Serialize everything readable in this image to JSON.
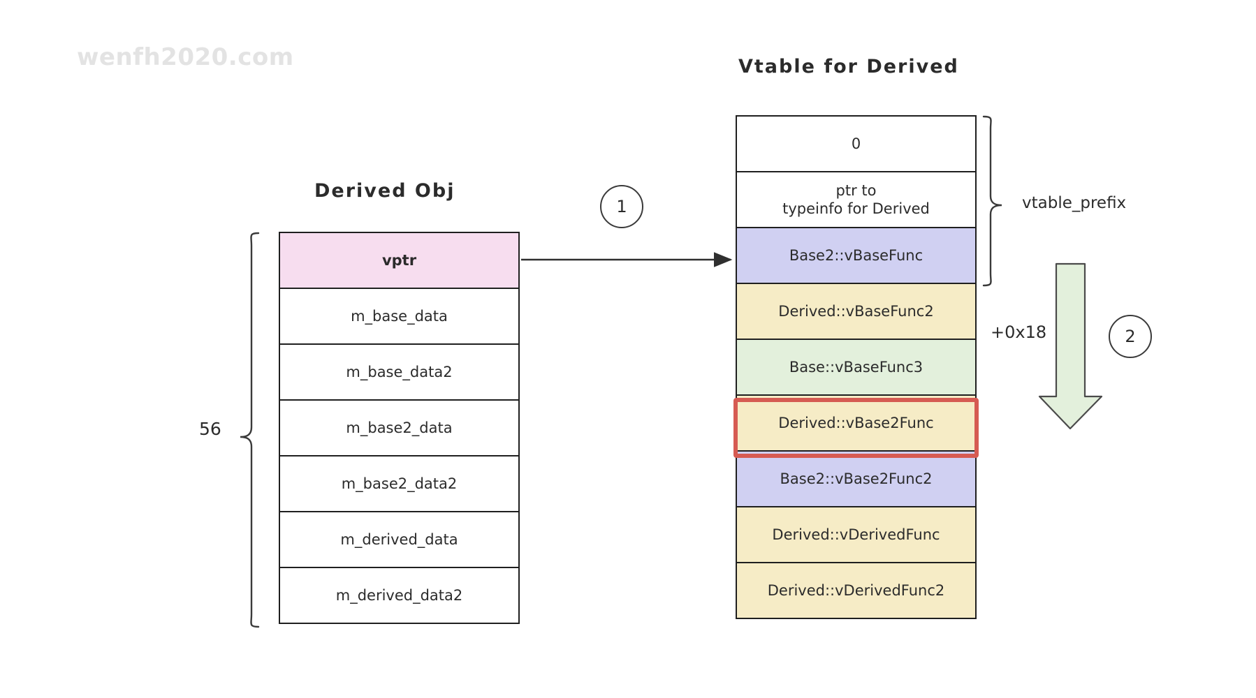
{
  "watermark": "wenfh2020.com",
  "object_panel": {
    "title": "Derived Obj",
    "size_label": "56",
    "rows": [
      {
        "label": "vptr",
        "fill": "pink",
        "bold": true
      },
      {
        "label": "m_base_data",
        "fill": "white",
        "bold": false
      },
      {
        "label": "m_base_data2",
        "fill": "white",
        "bold": false
      },
      {
        "label": "m_base2_data",
        "fill": "white",
        "bold": false
      },
      {
        "label": "m_base2_data2",
        "fill": "white",
        "bold": false
      },
      {
        "label": "m_derived_data",
        "fill": "white",
        "bold": false
      },
      {
        "label": "m_derived_data2",
        "fill": "white",
        "bold": false
      }
    ]
  },
  "vtable_panel": {
    "title": "Vtable for Derived",
    "prefix_label": "vtable_prefix",
    "offset_label": "+0x18",
    "rows": [
      {
        "label": "0",
        "fill": "white"
      },
      {
        "label": "ptr to\ntypeinfo for Derived",
        "fill": "white"
      },
      {
        "label": "Base2::vBaseFunc",
        "fill": "purple"
      },
      {
        "label": "Derived::vBaseFunc2",
        "fill": "yellow"
      },
      {
        "label": "Base::vBaseFunc3",
        "fill": "green"
      },
      {
        "label": "Derived::vBase2Func",
        "fill": "yellow"
      },
      {
        "label": "Base2::vBase2Func2",
        "fill": "purple"
      },
      {
        "label": "Derived::vDerivedFunc",
        "fill": "yellow"
      },
      {
        "label": "Derived::vDerivedFunc2",
        "fill": "yellow"
      }
    ],
    "highlighted_row_index": 5
  },
  "steps": [
    {
      "number": "1"
    },
    {
      "number": "2"
    }
  ],
  "colors": {
    "pink": "#f7ddef",
    "purple": "#d0d0f2",
    "yellow": "#f6ecc6",
    "green": "#e3f0dc",
    "highlight": "#d65b52",
    "stroke": "#1f1f1f",
    "watermark": "#e3e3e3",
    "arrow_fill": "#e3f0dc"
  }
}
